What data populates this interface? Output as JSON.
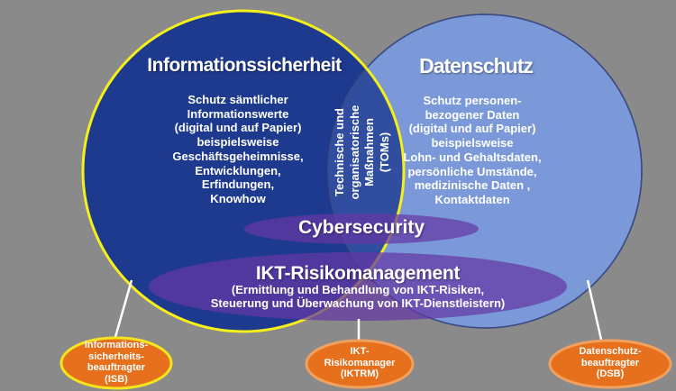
{
  "colors": {
    "background": "#8a8a8a",
    "left_circle": "#1e3a8e",
    "left_outline": "#f5ef1a",
    "right_circle": "#7b99d8",
    "right_outline": "#3d4b84",
    "overlap": "#304d9f",
    "purple": "rgba(100,55,165,0.72)",
    "orange": "#e6701c",
    "isb_outline": "#f6e51e",
    "role_outline": "#f0a160",
    "connector": "#ffffff",
    "text": "#ffffff"
  },
  "infosec": {
    "title": "Informationssicherheit",
    "body": "Schutz sämtlicher\nInformationswerte\n(digital und auf Papier)\nbeispielsweise\nGeschäftsgeheimnisse,\nEntwicklungen,\nErfindungen,\nKnowhow"
  },
  "datenschutz": {
    "title": "Datenschutz",
    "body": "Schutz personen-\nbezogener Daten\n(digital und auf Papier)\nbeispielsweise\nLohn- und Gehaltsdaten,\npersönliche Umstände,\nmedizinische Daten ,\nKontaktdaten"
  },
  "overlap": {
    "label": "Technische und\norganisatorische\nMaßnahmen\n(TOMs)"
  },
  "cybersecurity": {
    "label": "Cybersecurity"
  },
  "ikt": {
    "title": "IKT-Risikomanagement",
    "subtitle": "(Ermittlung und Behandlung von IKT-Risiken,\nSteuerung und Überwachung von IKT-Dienstleistern)"
  },
  "roles": [
    {
      "label": "Informations-\nsicherheits-\nbeauftragter\n(ISB)"
    },
    {
      "label": "IKT-\nRisikomanager\n(IKTRM)"
    },
    {
      "label": "Datenschutz-\nbeauftragter\n(DSB)"
    }
  ]
}
